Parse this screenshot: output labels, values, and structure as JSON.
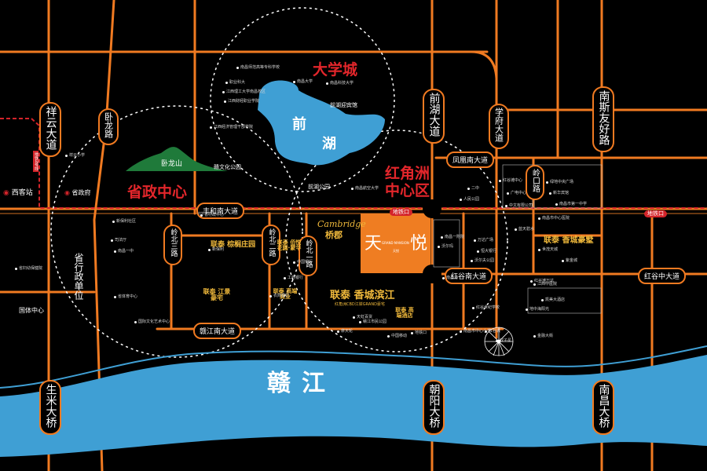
{
  "colors": {
    "road": "#f07a21",
    "water": "#3f9fd4",
    "hill": "#1f7a3a",
    "project": "#ef7d22",
    "zone_label": "#e3262b",
    "metro": "#d4242a",
    "brand": "#f0b93b"
  },
  "river": {
    "name": "赣江"
  },
  "lake": {
    "name_1": "前",
    "name_2": "湖"
  },
  "mountain": {
    "name": "卧龙山"
  },
  "zones": {
    "university": "大学城",
    "gov_center": "省政中心",
    "hongjiaozhou_1": "红角洲",
    "hongjiaozhou_2": "中心区"
  },
  "project": {
    "char_left": "天",
    "char_right": "悦",
    "mid_text": "GRAND MANSION",
    "mid_sub": "天悦"
  },
  "vertical_roads": {
    "xiangyun": "祥云大道",
    "wolong": "卧龙路",
    "qianhu": "前湖大道",
    "xuefu": "学府大道",
    "nansi": "南斯友好路",
    "lingkou": "岭口路",
    "chaoyang": "朝阳大桥",
    "shengmi": "生米大桥",
    "nanchang": "南昌大桥",
    "lingbei3": "岭北三路",
    "lingbei2": "岭北二路",
    "lingbei1": "岭北一路",
    "shengxingzheng": "省行政单位"
  },
  "horizontal_roads": {
    "fenghenan": "丰和南大道",
    "ganjiangnan": "赣江南大道",
    "honggunan": "红谷南大道",
    "honggu": "红谷中大道",
    "fenghuangnan": "凤凰南大道"
  },
  "stations": {
    "xike": "西客站",
    "shengzhengfu": "省政府",
    "metro_left": "地铁口",
    "metro_right": "地铁口",
    "metro2": "地铁2号线",
    "metro1_line": "地铁1号线"
  },
  "projects": {
    "cambridge_script": "Cambridge",
    "cambridge": "桥郡",
    "zongxiang": "联泰 棕榈庄园",
    "boxin": "联泰 佰悦花園·蒙华",
    "jiangyuan": "联泰 江景豪宅",
    "xiangcheng": "联泰 香城滨江",
    "xiangcheng_sub": "红角洲CBD江岸GRAND豪宅",
    "gaoshang": "联泰 高端商业",
    "gaoduan": "联泰 高端酒店",
    "chunmaiyuan": "联泰 香城豪墅"
  },
  "areas": {
    "qianhu_park": "前湖公园",
    "jiangwenhua": "赣文化公园",
    "qianhu_yingbin": "前湖迎宾馆",
    "guoti": "国体中心"
  },
  "pois": [
    "南昌师范高等专科学校",
    "南昌大学",
    "职业科大",
    "江西理工大学南昌校区",
    "南昌科技大学",
    "江西财经职业学院",
    "江西经济管理干部学院",
    "祥云小学",
    "南昌航空大学",
    "二中",
    "人民公园",
    "省行政中心",
    "新保利社区",
    "司法厅",
    "南昌一中",
    "新保利",
    "省妇幼保健院",
    "省体育中心",
    "国际文化艺术中心",
    "中国银行",
    "工商银行",
    "农商银行",
    "南昌一附院",
    "沃尔玛",
    "万达广场",
    "恒大银行",
    "沃尔夫公园",
    "红谷滩中心",
    "广电中心",
    "中文有限公司",
    "蓝天碧水",
    "绿地中央广场",
    "新华宾馆",
    "南昌市第一中学",
    "南昌市中心医院",
    "世茂天城",
    "紫金城",
    "红谷滩万达",
    "江西中医院",
    "凯美大酒店",
    "地中海阳光",
    "南昌市中心小学",
    "红谷城",
    "双子星",
    "金融大街",
    "地铁口",
    "天虹百货",
    "摩天轮",
    "赣江市民公园",
    "中国移动",
    "红谷世纪学校",
    "南昌港"
  ]
}
